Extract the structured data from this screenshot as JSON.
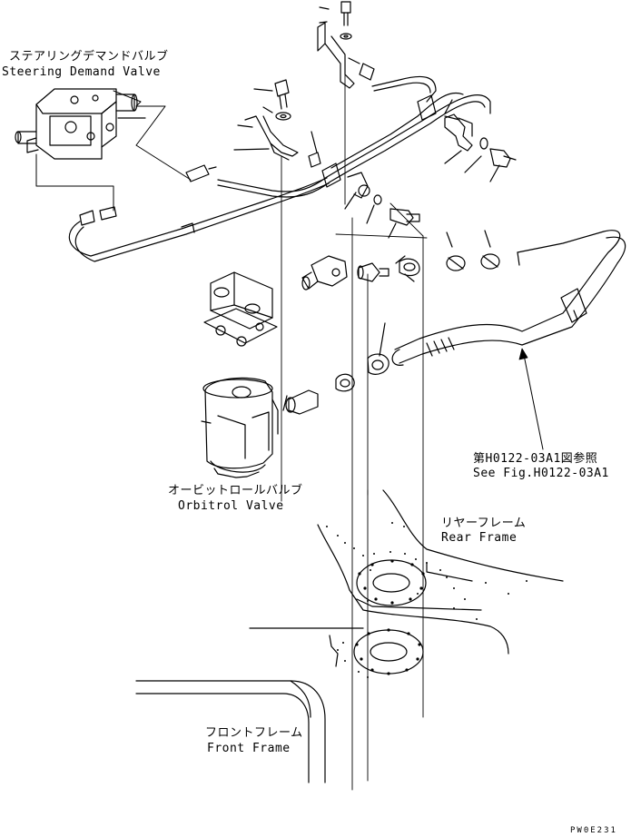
{
  "labels": {
    "steering_demand_valve_jp": "ステアリングデマンドバルブ",
    "steering_demand_valve_en": "Steering Demand Valve",
    "orbitrol_valve_jp": "オービットロールバルブ",
    "orbitrol_valve_en": "Orbitrol Valve",
    "rear_frame_jp": "リヤーフレーム",
    "rear_frame_en": "Rear Frame",
    "front_frame_jp": "フロントフレーム",
    "front_frame_en": "Front Frame",
    "see_fig_jp": "第H0122-03A1図参照",
    "see_fig_en": "See Fig.H0122-03A1",
    "drawing_code": "PW0E231"
  }
}
